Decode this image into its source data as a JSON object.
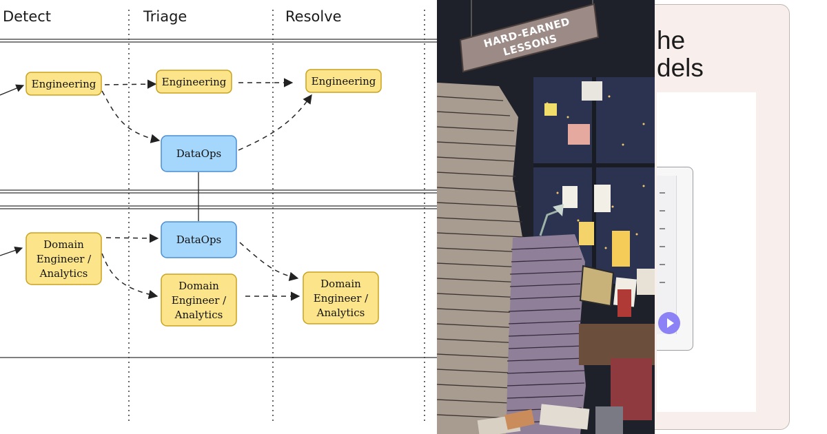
{
  "diagram": {
    "phases": [
      "Detect",
      "Triage",
      "Resolve"
    ],
    "nodes": {
      "eng_detect": "Engineering",
      "eng_triage": "Engineering",
      "eng_resolve": "Engineering",
      "dataops_top": "DataOps",
      "dataops_bottom": "DataOps",
      "domain_detect": [
        "Domain",
        "Engineer /",
        "Analytics"
      ],
      "domain_triage": [
        "Domain",
        "Engineer /",
        "Analytics"
      ],
      "domain_resolve": [
        "Domain",
        "Engineer /",
        "Analytics"
      ]
    }
  },
  "illustration": {
    "sign": [
      "HARD-EARNED",
      "LESSONS"
    ]
  },
  "card": {
    "heading": "he\ndels"
  },
  "colors": {
    "yellow_node": "#fbe489",
    "blue_node": "#a5d6fb",
    "send_button": "#8d82f5",
    "card_bg": "#f8efec"
  }
}
